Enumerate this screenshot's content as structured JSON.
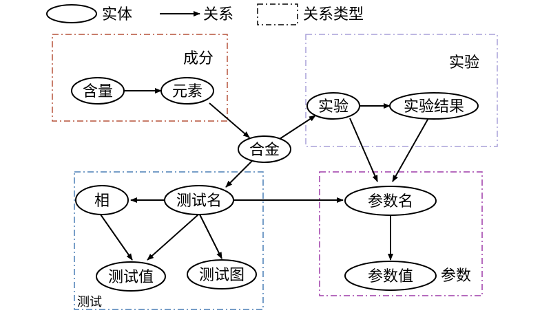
{
  "legend": {
    "entity_label": "实体",
    "relation_label": "关系",
    "relation_type_label": "关系类型"
  },
  "groups": {
    "composition": {
      "label": "成分",
      "color": "#b5523a"
    },
    "experiment": {
      "label": "实验",
      "color": "#a9a0d9"
    },
    "test": {
      "label": "测试",
      "color": "#4a7fb5"
    },
    "parameter": {
      "label": "参数",
      "color": "#9e3aa8"
    }
  },
  "nodes": {
    "content": "含量",
    "element": "元素",
    "alloy": "合金",
    "experiment": "实验",
    "experiment_result": "实验结果",
    "phase": "相",
    "test_name": "测试名",
    "param_name": "参数名",
    "test_value": "测试值",
    "test_figure": "测试图",
    "param_value": "参数值"
  }
}
